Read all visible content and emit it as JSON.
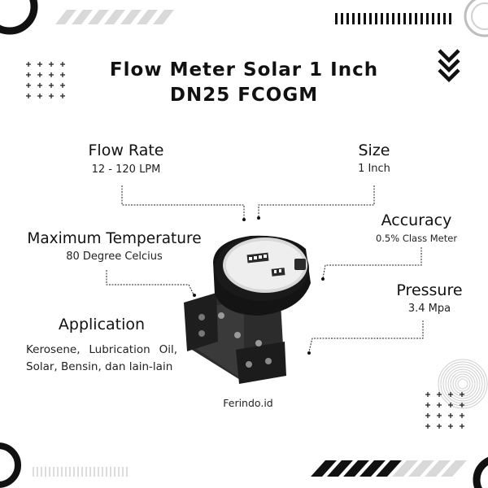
{
  "title": {
    "line1": "Flow Meter Solar 1 Inch",
    "line2": "DN25 FCOGM"
  },
  "specs": {
    "flow_rate": {
      "label": "Flow Rate",
      "value": "12 - 120 LPM"
    },
    "size": {
      "label": "Size",
      "value": "1 Inch"
    },
    "accuracy": {
      "label": "Accuracy",
      "value": "0.5% Class Meter"
    },
    "max_temperature": {
      "label": "Maximum Temperature",
      "value": "80 Degree Celcius"
    },
    "pressure": {
      "label": "Pressure",
      "value": "3.4 Mpa"
    },
    "application": {
      "label": "Application",
      "value": "Kerosene, Lubrication Oil, Solar, Bensin, dan lain-lain"
    }
  },
  "footer": {
    "brand": "Ferindo.id"
  },
  "colors": {
    "accent": "#111111",
    "stripe_light": "#d9d9d9",
    "background": "#ffffff"
  },
  "icons": [
    "double-chevron-down-icon",
    "plus-grid-icon",
    "stripe-bar-icon",
    "concentric-circles-icon"
  ]
}
